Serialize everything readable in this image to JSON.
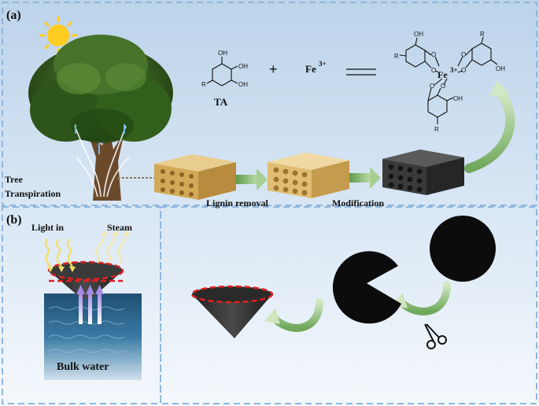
{
  "panel_a": {
    "label": "(a)",
    "tree_label_line1": "Tree",
    "tree_label_line2": "Transpiration",
    "step1_label": "Lignin removal",
    "step2_label": "Modification",
    "ta_label": "TA",
    "plus": "+",
    "fe_ion": "Fe",
    "fe_charge": "3+",
    "complex_fe": "Fe",
    "complex_charge": "3+",
    "atoms": {
      "oh": "OH",
      "r": "R",
      "o": "O"
    }
  },
  "panel_b": {
    "label": "(b)",
    "light_label": "Light in",
    "steam_label": "Steam",
    "water_label": "Bulk water"
  },
  "colors": {
    "background_top": "#bcd3ea",
    "background_bottom": "#eaf2fa",
    "panel_border": "#9fc3e6",
    "wood_natural": "#d6b36a",
    "wood_dark": "#2f2f2f",
    "arrow_green": "#7fb36a",
    "dashed_red": "#e02020",
    "water": "#2f6f9a",
    "sun": "#ffcc22"
  }
}
